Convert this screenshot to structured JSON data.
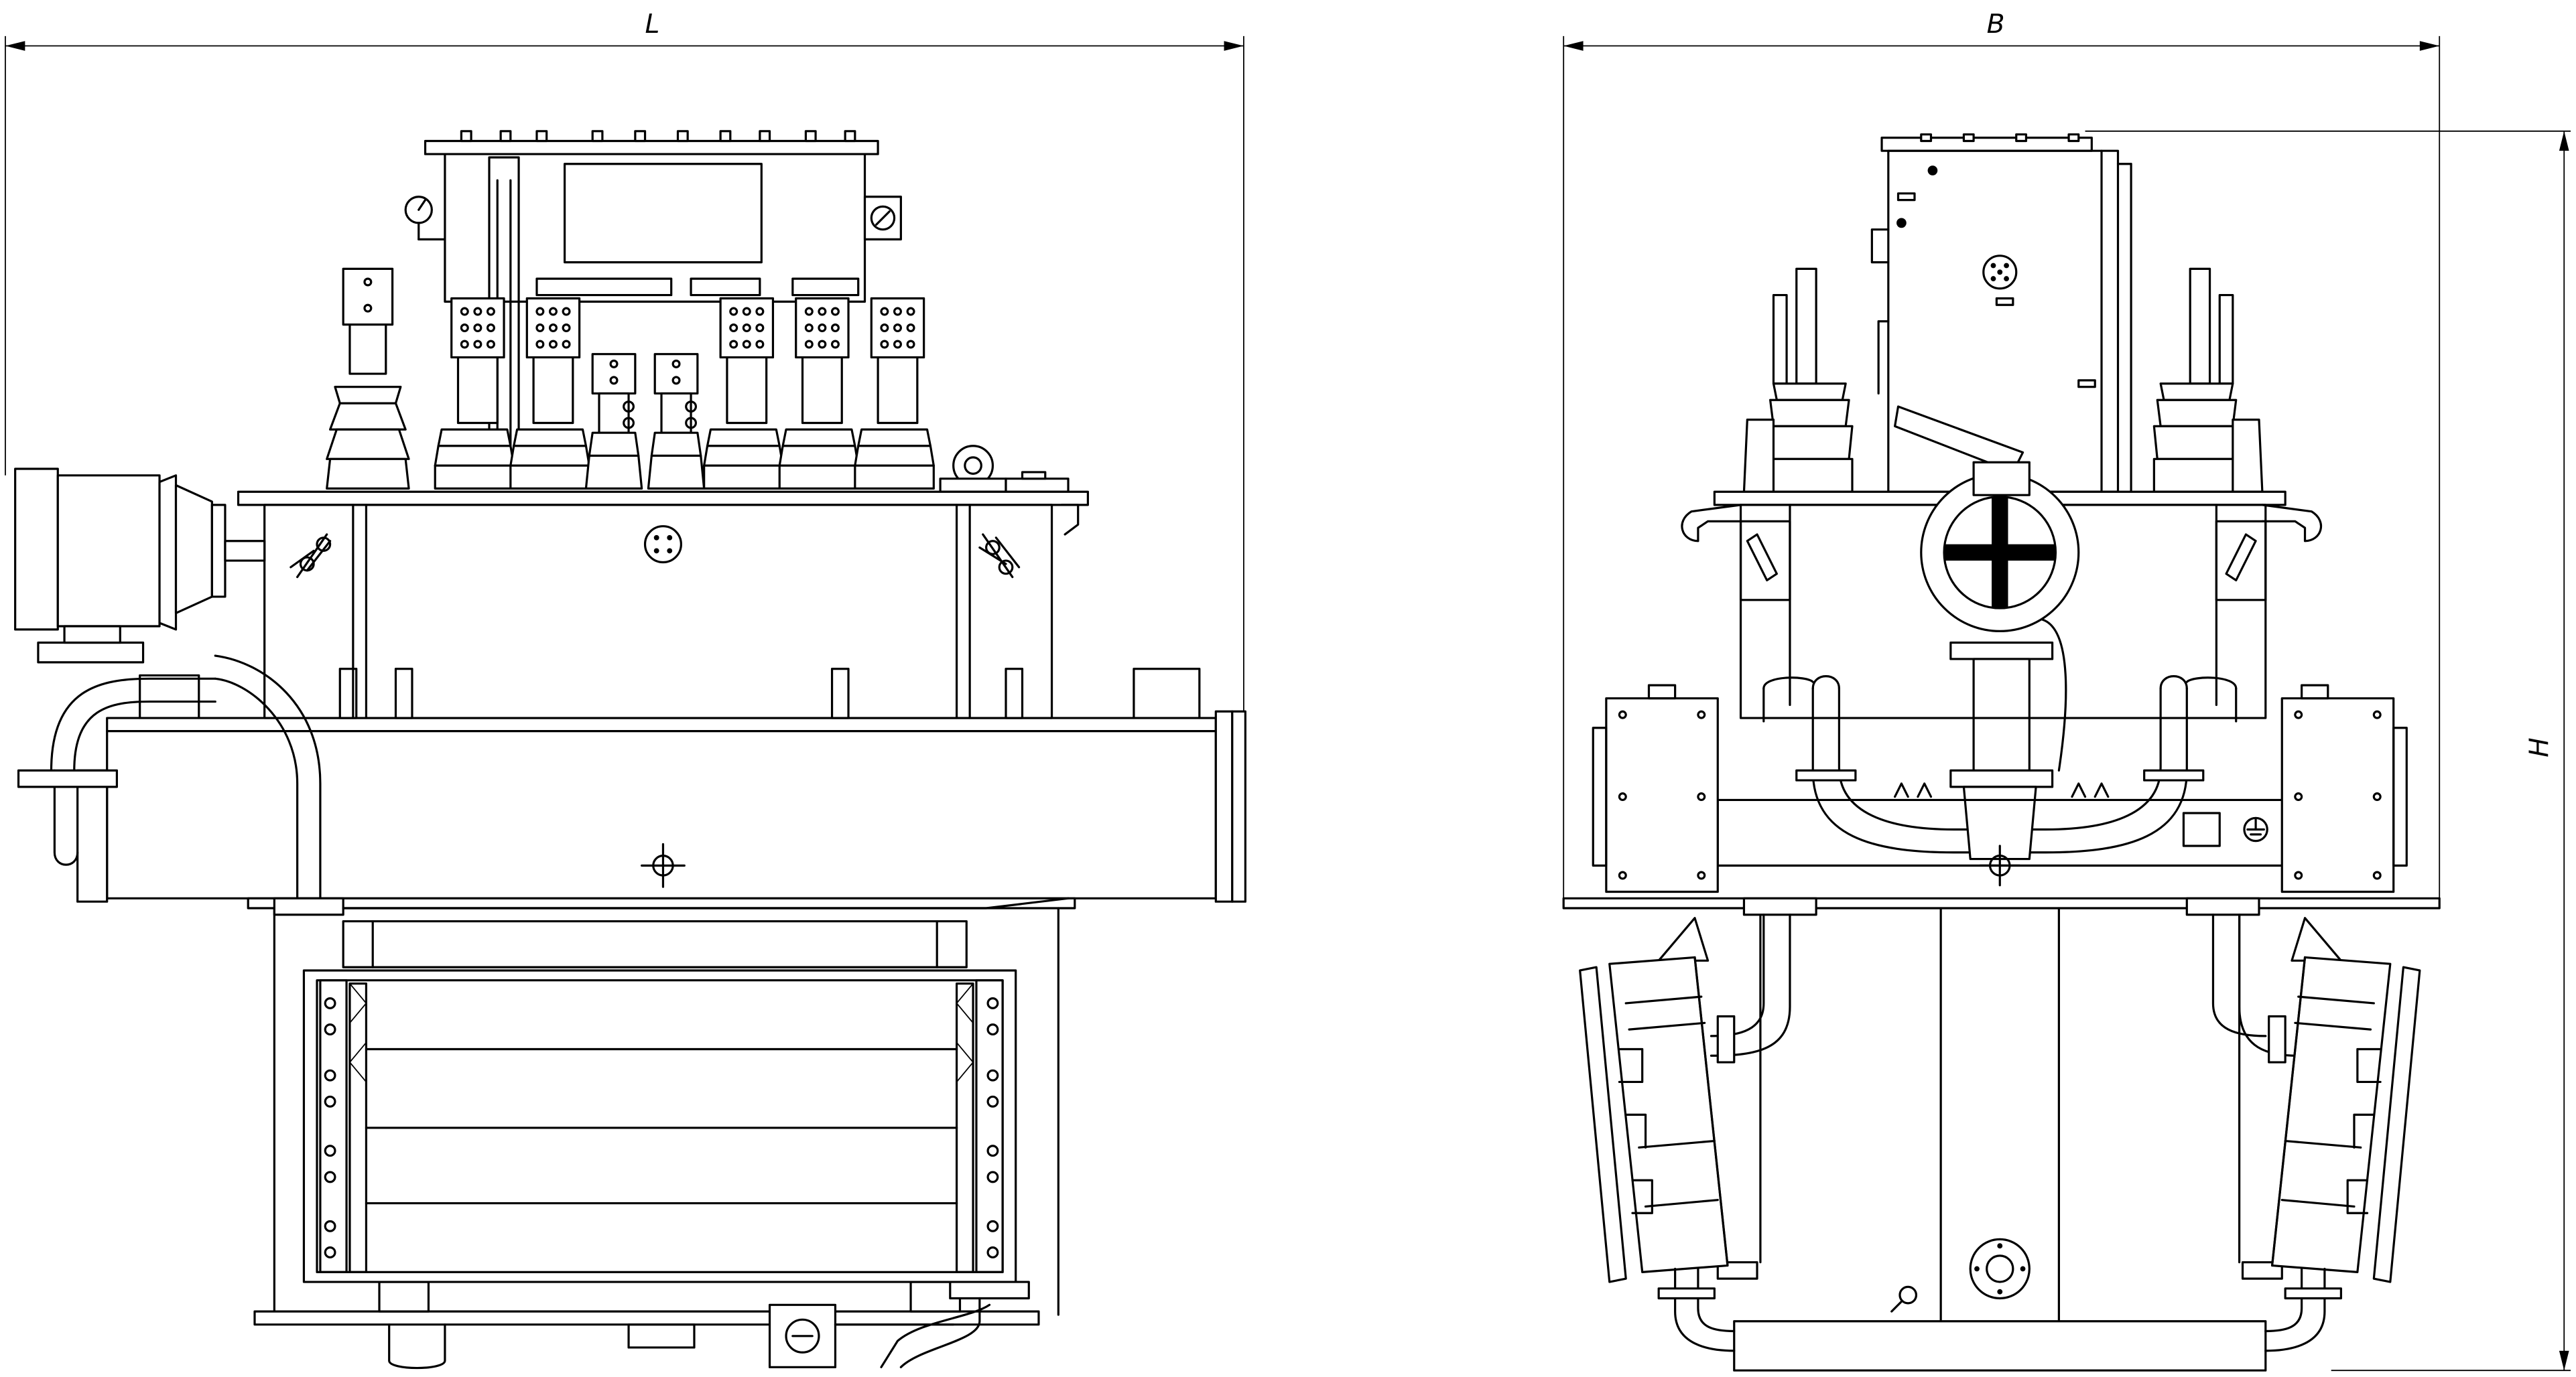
{
  "dimensions": {
    "length_label": "L",
    "width_label": "B",
    "height_label": "H"
  },
  "colors": {
    "line": "#000000",
    "background": "#ffffff"
  }
}
